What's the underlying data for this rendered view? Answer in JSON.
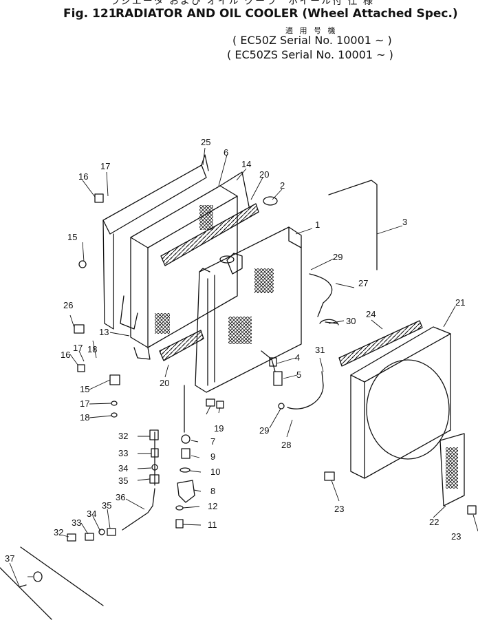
{
  "header": {
    "jp_top": "ラジエータ および オイル クーラ　ホイール付 仕 様",
    "figure_number": "Fig. 121",
    "title": "RADIATOR AND OIL COOLER (Wheel Attached Spec.)",
    "applicable_jp": "適 用 号 機",
    "serials": [
      "( EC50Z   Serial No. 10001 ~ )",
      "( EC50ZS  Serial No. 10001 ~ )"
    ]
  },
  "callouts": [
    "1",
    "2",
    "3",
    "4",
    "5",
    "6",
    "7",
    "8",
    "9",
    "10",
    "11",
    "12",
    "13",
    "14",
    "15",
    "16",
    "17",
    "18",
    "19",
    "20",
    "21",
    "22",
    "23",
    "24",
    "25",
    "26",
    "27",
    "28",
    "29",
    "30",
    "31",
    "32",
    "33",
    "34",
    "35",
    "36",
    "37"
  ],
  "callout_extra": [
    "15",
    "16",
    "17",
    "17",
    "18",
    "20",
    "23",
    "29",
    "32",
    "33",
    "34",
    "35"
  ]
}
